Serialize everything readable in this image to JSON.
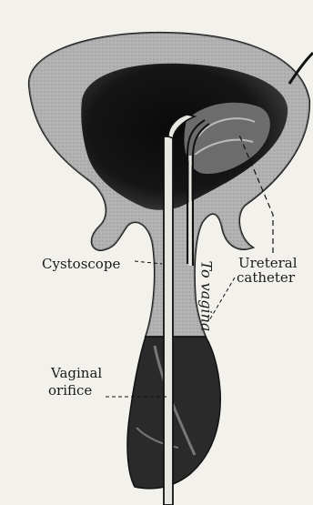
{
  "labels": {
    "cystoscope": "Cystoscope",
    "ureteral_line1": "Ureteral",
    "ureteral_line2": "catheter",
    "to_vagina": "To vagina",
    "vaginal_line1": "Vaginal",
    "vaginal_line2": "orifice"
  },
  "colors": {
    "paper": "#f3f1ec",
    "ink": "#111111",
    "shade": "#9b9b9b"
  }
}
